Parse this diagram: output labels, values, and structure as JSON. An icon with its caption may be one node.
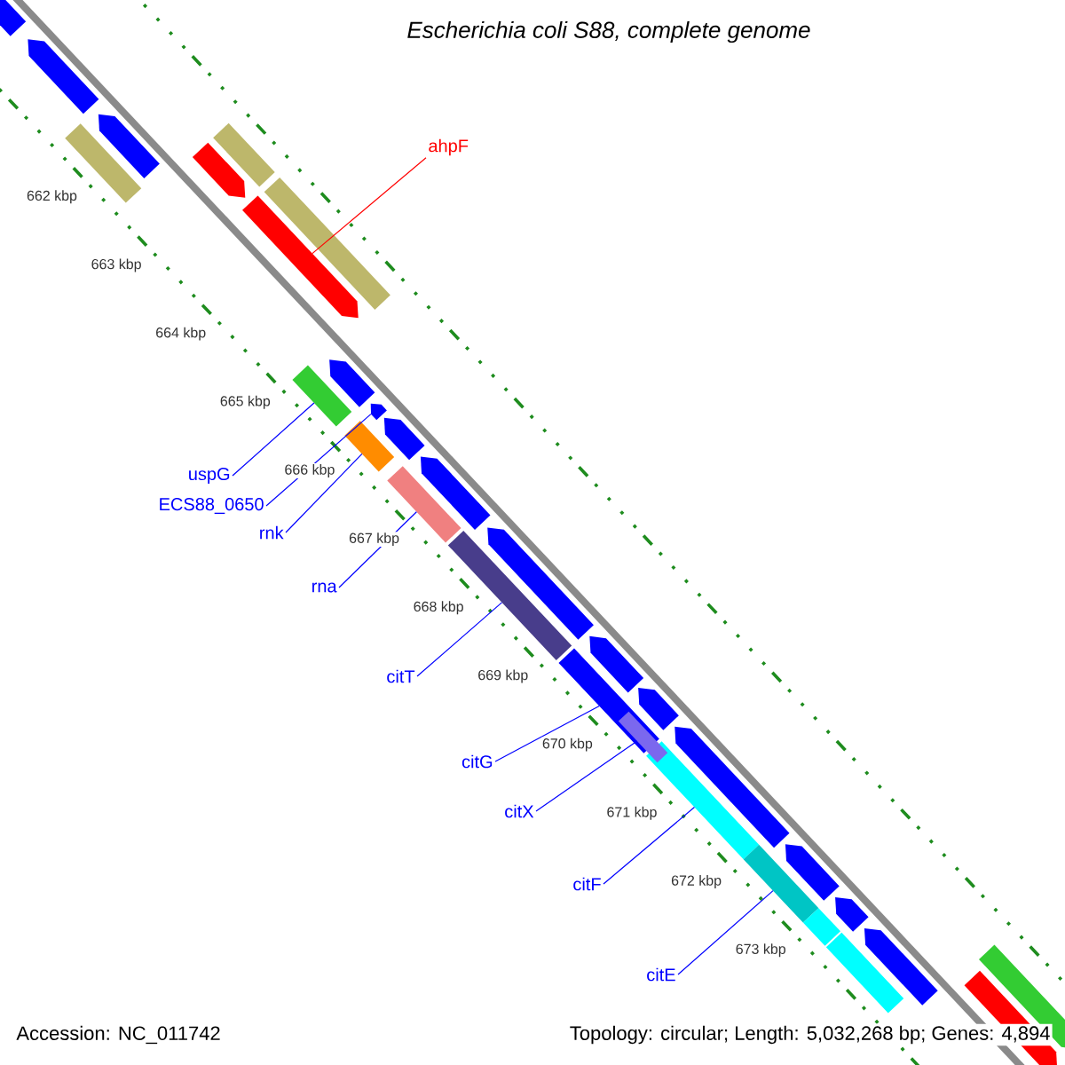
{
  "diagram": {
    "title": "Escherichia coli S88, complete genome",
    "nodes": [
      {
        "text": [
          "ahpF"
        ]
      },
      {
        "text": [
          "uspG"
        ]
      },
      {
        "text": [
          "ECS88_0650"
        ]
      },
      {
        "text": [
          "rnk"
        ]
      },
      {
        "text": [
          "rna"
        ]
      },
      {
        "text": [
          "citT"
        ]
      },
      {
        "text": [
          "citG"
        ]
      },
      {
        "text": [
          "citX"
        ]
      },
      {
        "text": [
          "citF"
        ]
      },
      {
        "text": [
          "citE"
        ]
      },
      {
        "text": [],
        "shape": "pentagon"
      },
      {
        "text": [],
        "shape": "pentagon"
      },
      {
        "text": [],
        "shape": "bar"
      },
      {
        "text": [],
        "shape": "pentagon"
      },
      {
        "text": [],
        "shape": "pentagon"
      },
      {
        "text": [],
        "shape": "bar"
      },
      {
        "text": [],
        "shape": "pentagon"
      },
      {
        "text": [],
        "shape": "bar"
      },
      {
        "text": [],
        "shape": "bar"
      },
      {
        "text": [],
        "shape": "pentagon"
      },
      {
        "text": [],
        "shape": "pentagon"
      },
      {
        "text": [],
        "shape": "bar"
      },
      {
        "text": [],
        "shape": "pentagon"
      },
      {
        "text": [],
        "shape": "bar"
      },
      {
        "text": [],
        "shape": "pentagon"
      },
      {
        "text": [],
        "shape": "bar"
      },
      {
        "text": [],
        "shape": "pentagon"
      },
      {
        "text": [],
        "shape": "bar"
      },
      {
        "text": [],
        "shape": "pentagon"
      },
      {
        "text": [],
        "shape": "pentagon"
      },
      {
        "text": [],
        "shape": "bar"
      },
      {
        "text": [],
        "shape": "pentagon"
      },
      {
        "text": [],
        "shape": "bar"
      },
      {
        "text": [],
        "shape": "bar"
      },
      {
        "text": [],
        "shape": "pentagon"
      },
      {
        "text": [],
        "shape": "bar"
      },
      {
        "text": [],
        "shape": "pentagon"
      },
      {
        "text": [],
        "shape": "bar"
      },
      {
        "text": [],
        "shape": "pentagon"
      },
      {
        "text": [],
        "shape": "pentagon"
      },
      {
        "text": [],
        "shape": "pentagon"
      }
    ],
    "edges": [
      {
        "from": 0,
        "to": 16,
        "arrow": "none",
        "color": "#ff0000"
      },
      {
        "from": 1,
        "to": 18,
        "arrow": "none"
      },
      {
        "from": 2,
        "to": 20,
        "arrow": "none"
      },
      {
        "from": 3,
        "to": 21,
        "arrow": "none"
      },
      {
        "from": 4,
        "to": 23,
        "arrow": "none"
      },
      {
        "from": 5,
        "to": 25,
        "arrow": "none"
      },
      {
        "from": 6,
        "to": 27,
        "arrow": "none"
      },
      {
        "from": 7,
        "to": 30,
        "arrow": "none"
      },
      {
        "from": 8,
        "to": 32,
        "arrow": "none"
      },
      {
        "from": 9,
        "to": 33,
        "arrow": "none"
      }
    ],
    "labels": [
      "662 kbp",
      "663 kbp",
      "664 kbp",
      "665 kbp",
      "666 kbp",
      "667 kbp",
      "668 kbp",
      "669 kbp",
      "670 kbp",
      "671 kbp",
      "672 kbp",
      "673 kbp",
      "Accession: NC_011742",
      "Topology: circular; Length: 5,032,268 bp; Genes: 4,894"
    ]
  }
}
